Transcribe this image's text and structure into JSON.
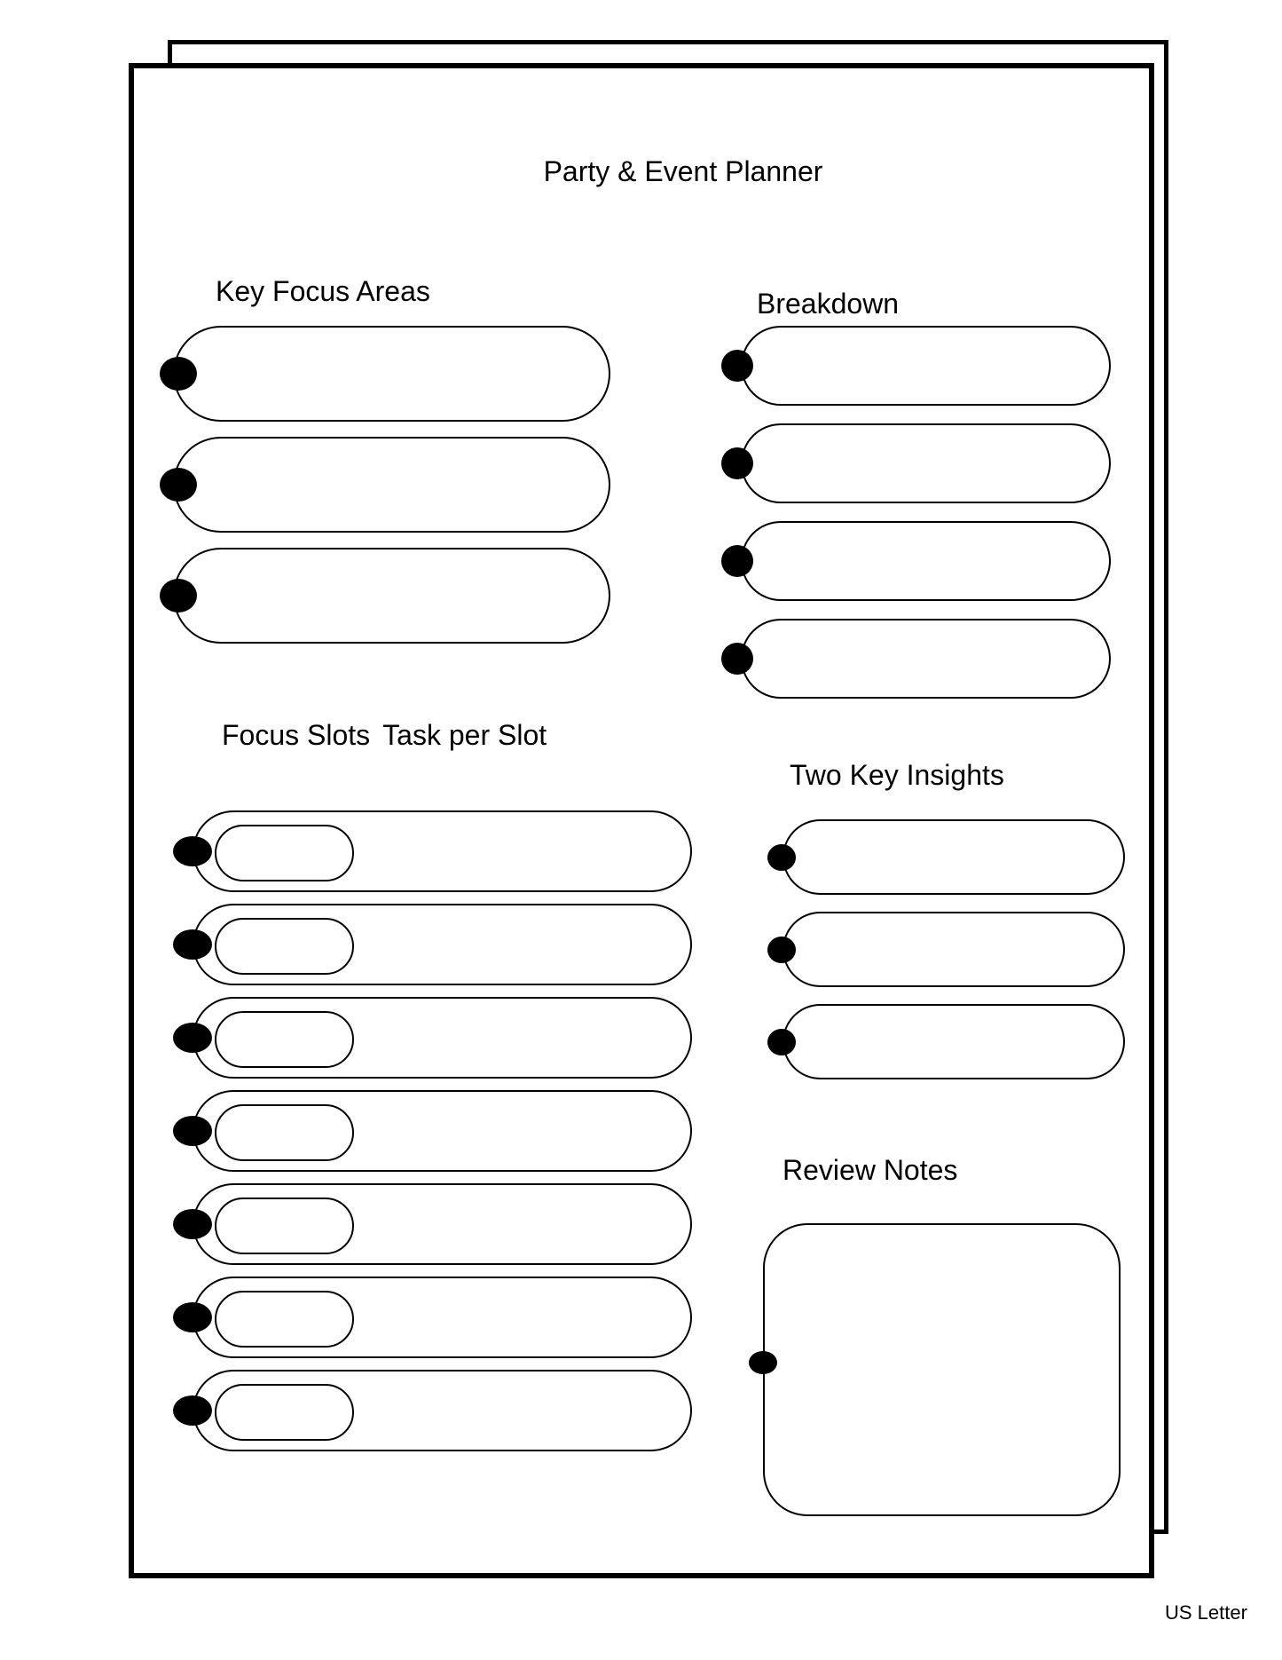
{
  "document": {
    "title": "Party & Event Planner",
    "page_size_label": "US Letter"
  },
  "sections": {
    "key_focus": {
      "heading": "Key Focus Areas",
      "count": 3
    },
    "breakdown": {
      "heading": "Breakdown",
      "count": 4
    },
    "focus_slots": {
      "heading_slots": "Focus Slots",
      "heading_task": "Task per Slot",
      "count": 7
    },
    "insights": {
      "heading": "Two Key Insights",
      "count": 3
    },
    "review": {
      "heading": "Review Notes"
    }
  },
  "colors": {
    "ink": "#000000",
    "paper": "#ffffff"
  }
}
